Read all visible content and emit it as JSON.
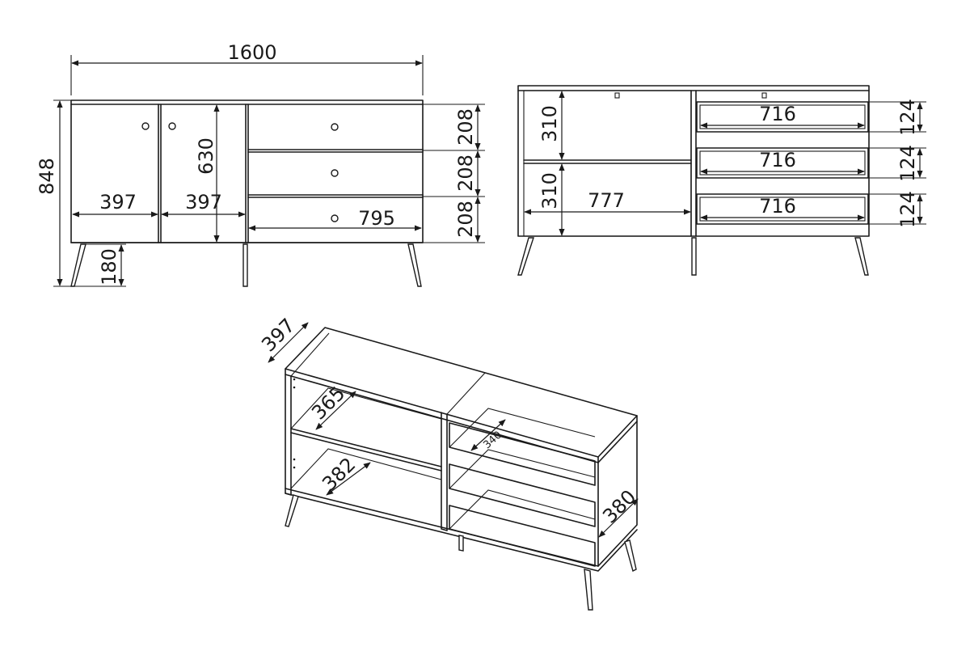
{
  "front_view": {
    "overall_width": "1600",
    "overall_height": "848",
    "door_left_width": "397",
    "door_right_width": "397",
    "door_height": "630",
    "drawer_width": "795",
    "drawer_1_height": "208",
    "drawer_2_height": "208",
    "drawer_3_height": "208",
    "leg_height": "180"
  },
  "inside_view": {
    "shelf_upper_height": "310",
    "shelf_lower_height": "310",
    "compartment_width": "777",
    "drawer_1_inner_width": "716",
    "drawer_2_inner_width": "716",
    "drawer_3_inner_width": "716",
    "drawer_1_inner_height": "124",
    "drawer_2_inner_height": "124",
    "drawer_3_inner_height": "124"
  },
  "isometric_view": {
    "depth": "397",
    "shelf_depth_upper": "365",
    "shelf_depth_lower": "382",
    "drawer_depth": "340",
    "side_depth": "380"
  }
}
